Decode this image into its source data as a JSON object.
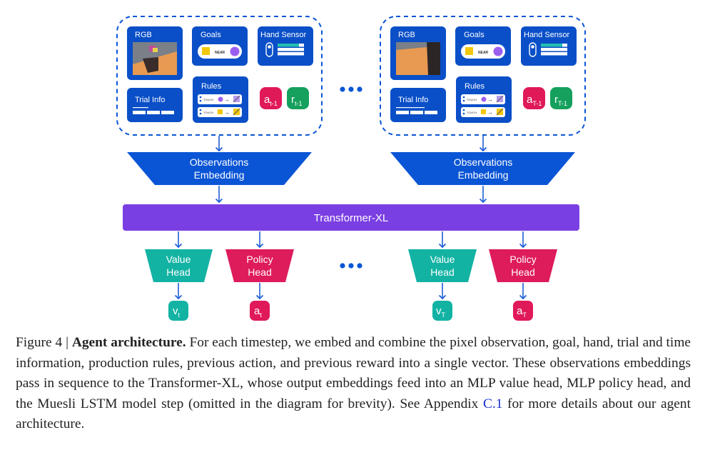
{
  "colors": {
    "blue": "#0a55d5",
    "panel": "#0a4fc8",
    "transformer": "#7a3fe2",
    "value": "#13b3a4",
    "policy": "#de1b5b",
    "reward": "#16a05d",
    "action": "#e01959",
    "arrow": "#1f5fd6"
  },
  "panels": [
    {
      "rgb": "RGB",
      "goals": "Goals",
      "goal_near": "NEAR",
      "hand_sensor": "Hand Sensor",
      "trial_info": "Trial Info",
      "rules": "Rules",
      "rule_touch": "TOUCH",
      "action_main": "a",
      "action_sub": "t-1",
      "reward_main": "r",
      "reward_sub": "t-1"
    },
    {
      "rgb": "RGB",
      "goals": "Goals",
      "goal_near": "NEAR",
      "hand_sensor": "Hand Sensor",
      "trial_info": "Trial Info",
      "rules": "Rules",
      "rule_touch": "TOUCH",
      "action_main": "a",
      "action_sub": "T-1",
      "reward_main": "r",
      "reward_sub": "T-1"
    }
  ],
  "embedding_label_line1": "Observations",
  "embedding_label_line2": "Embedding",
  "transformer_label": "Transformer-XL",
  "heads": [
    {
      "value_line1": "Value",
      "value_line2": "Head",
      "policy_line1": "Policy",
      "policy_line2": "Head",
      "v_main": "v",
      "v_sub": "t",
      "a_main": "a",
      "a_sub": "t"
    },
    {
      "value_line1": "Value",
      "value_line2": "Head",
      "policy_line1": "Policy",
      "policy_line2": "Head",
      "v_main": "v",
      "v_sub": "T",
      "a_main": "a",
      "a_sub": "T"
    }
  ],
  "caption": {
    "label": "Figure 4 | ",
    "title": "Agent architecture.",
    "text": " For each timestep, we embed and combine the pixel observation, goal, hand, trial and time information, production rules, previous action, and previous reward into a single vector. These observations embeddings pass in sequence to the Transformer-XL, whose output embeddings feed into an MLP value head, MLP policy head, and the Muesli LSTM model step (omitted in the diagram for brevity). See Appendix ",
    "ref": "C.1",
    "text_end": " for more details about our agent architecture."
  }
}
